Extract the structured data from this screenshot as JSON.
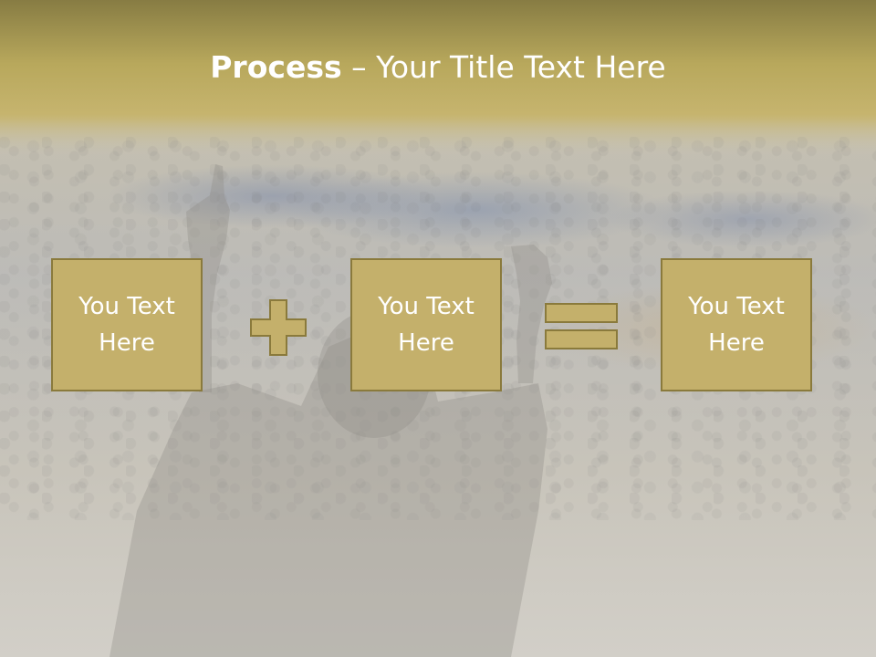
{
  "slide": {
    "title_bold": "Process",
    "title_rest": " – Your Title Text Here",
    "boxes": [
      {
        "line1": "You Text",
        "line2": "Here"
      },
      {
        "line1": "You Text",
        "line2": "Here"
      },
      {
        "line1": "You Text",
        "line2": "Here"
      }
    ],
    "operators": [
      "plus-icon",
      "equals-icon"
    ]
  },
  "colors": {
    "box_fill": "#c4b06b",
    "box_border": "#8a7a3c",
    "title_bar": "#b8a85c",
    "text": "#ffffff"
  }
}
